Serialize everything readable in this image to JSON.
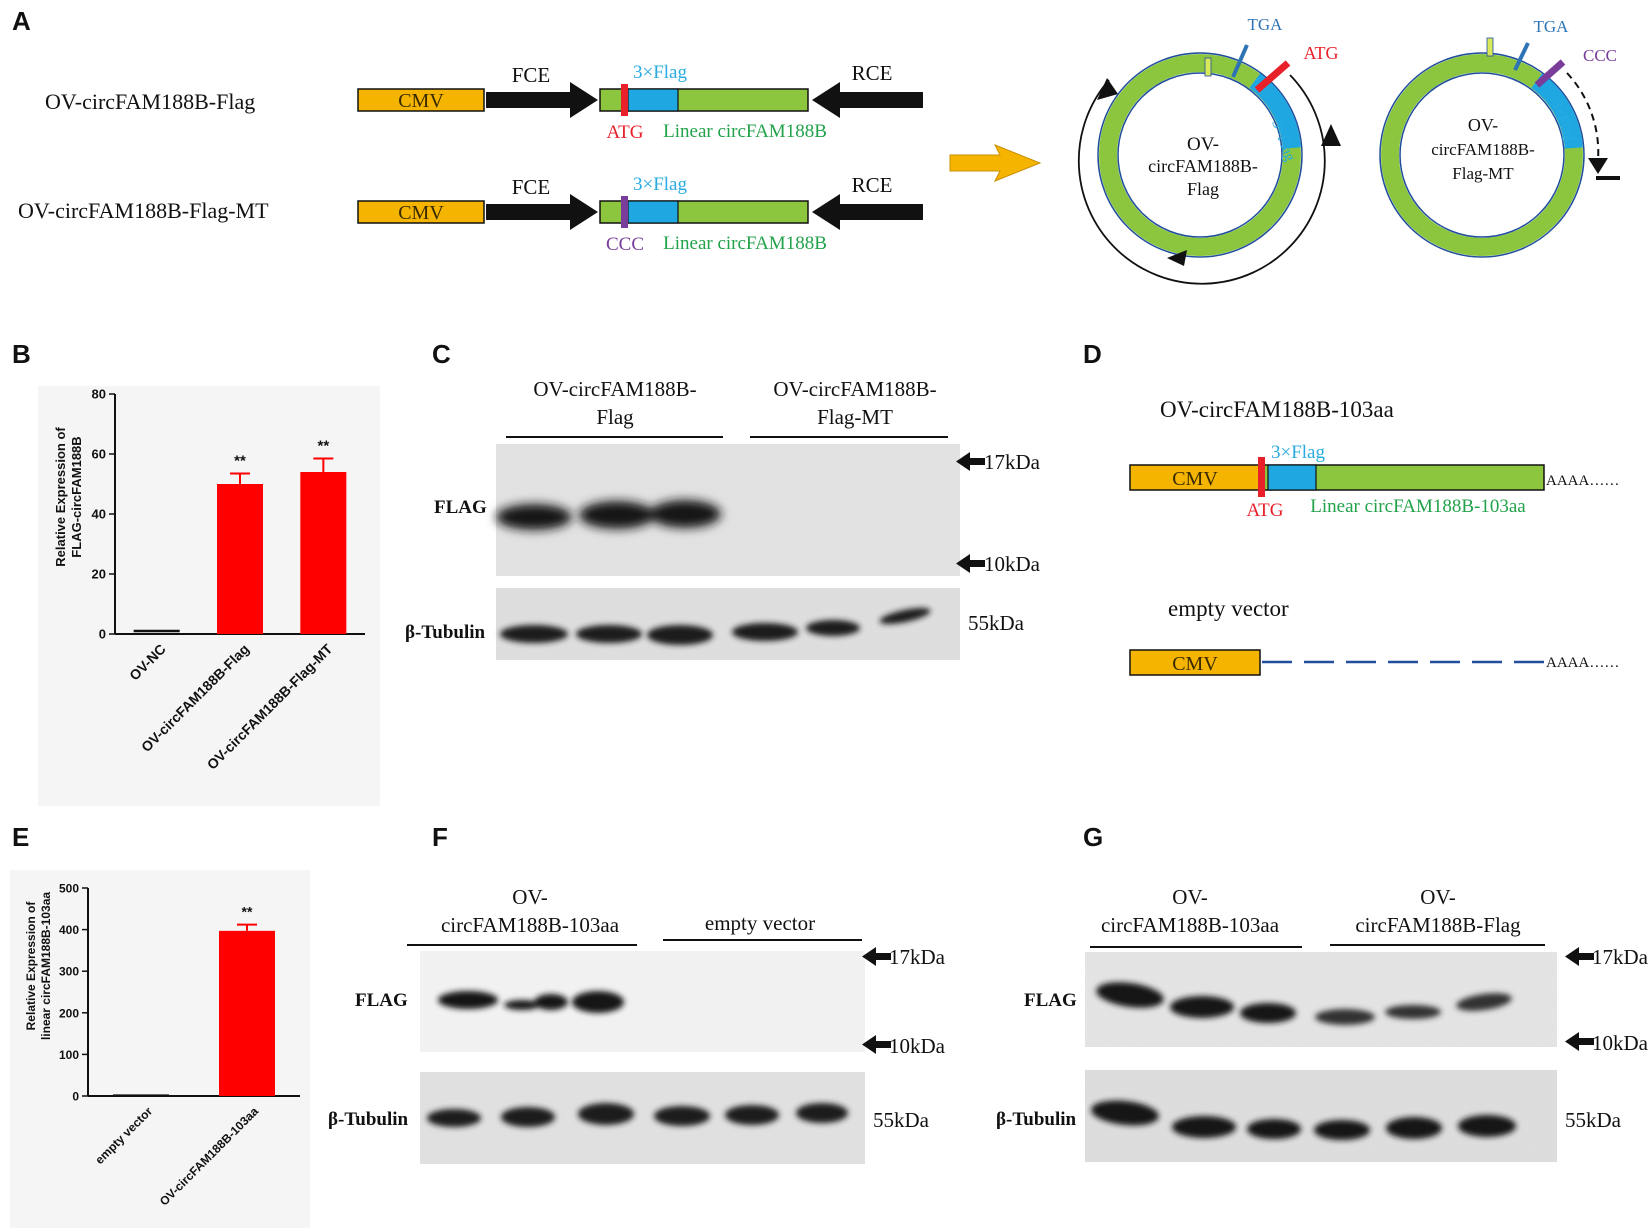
{
  "figure": {
    "panels": {
      "A": "A",
      "B": "B",
      "C": "C",
      "D": "D",
      "E": "E",
      "F": "F",
      "G": "G"
    }
  },
  "panelA": {
    "constructs": [
      {
        "name": "OV-circFAM188B-Flag",
        "promoter": "CMV",
        "left_element": "FCE",
        "right_element": "RCE",
        "tag": "3×Flag",
        "codon": "ATG",
        "codon_color": "#e8202a",
        "insert": "Linear circFAM188B"
      },
      {
        "name": "OV-circFAM188B-Flag-MT",
        "promoter": "CMV",
        "left_element": "FCE",
        "right_element": "RCE",
        "tag": "3×Flag",
        "codon": "CCC",
        "codon_color": "#7a3d9a",
        "insert": "Linear circFAM188B"
      }
    ],
    "circles": [
      {
        "label_1": "OV-",
        "label_2": "circFAM188B-",
        "label_3": "Flag",
        "stop": "TGA",
        "codon": "ATG",
        "tag": "3×Flag"
      },
      {
        "label_1": "OV-",
        "label_2": "circFAM188B-",
        "label_3": "Flag-MT",
        "stop": "TGA",
        "codon": "CCC",
        "tag": "3×Flag"
      }
    ],
    "colors": {
      "promoter": "#f5b400",
      "insert": "#8cc63f",
      "flag": "#1ea7e1",
      "flag_text": "#29abe2",
      "insert_text": "#22a24a",
      "stop_text": "#2e74b5",
      "arrow": "#f5b400"
    }
  },
  "panelB": {
    "ylabel_1": "Relative Expression of",
    "ylabel_2": "FLAG-circFAM188B",
    "chart_data": {
      "type": "bar",
      "categories": [
        "OV-NC",
        "OV-circFAM188B-Flag",
        "OV-circFAM188B-Flag-MT"
      ],
      "values": [
        1,
        50,
        54
      ],
      "errors": [
        0.5,
        3.5,
        4.5
      ],
      "significance": [
        "",
        "**",
        "**"
      ],
      "ylim": [
        0,
        80
      ],
      "yticks": [
        0,
        20,
        40,
        60,
        80
      ],
      "bar_color": "#ff0000"
    }
  },
  "panelC": {
    "group1_1": "OV-circFAM188B-",
    "group1_2": "Flag",
    "group2_1": "OV-circFAM188B-",
    "group2_2": "Flag-MT",
    "row1": "FLAG",
    "row2": "β-Tubulin",
    "marker_high": "17kDa",
    "marker_low": "10kDa",
    "marker_tubulin": "55kDa"
  },
  "panelD": {
    "construct1": "OV-circFAM188B-103aa",
    "promoter": "CMV",
    "tag": "3×Flag",
    "codon": "ATG",
    "insert": "Linear circFAM188B-103aa",
    "polyA": "AAAA……",
    "construct2": "empty vector"
  },
  "panelE": {
    "ylabel_1": "Relative Expression of",
    "ylabel_2": "linear circFAM188B-103aa",
    "chart_data": {
      "type": "bar",
      "categories": [
        "empty vector",
        "OV-circFAM188B-103aa"
      ],
      "values": [
        1,
        397
      ],
      "errors": [
        0.5,
        15
      ],
      "significance": [
        "",
        "**"
      ],
      "ylim": [
        0,
        500
      ],
      "yticks": [
        0,
        100,
        200,
        300,
        400,
        500
      ],
      "bar_color": "#ff0000"
    }
  },
  "panelF": {
    "group1_1": "OV-",
    "group1_2": "circFAM188B-103aa",
    "group2_1": "empty vector",
    "row1": "FLAG",
    "row2": "β-Tubulin",
    "marker_high": "17kDa",
    "marker_low": "10kDa",
    "marker_tubulin": "55kDa"
  },
  "panelG": {
    "group1_1": "OV-",
    "group1_2": "circFAM188B-103aa",
    "group2_1": "OV-",
    "group2_2": "circFAM188B-Flag",
    "row1": "FLAG",
    "row2": "β-Tubulin",
    "marker_high": "17kDa",
    "marker_low": "10kDa",
    "marker_tubulin": "55kDa"
  }
}
